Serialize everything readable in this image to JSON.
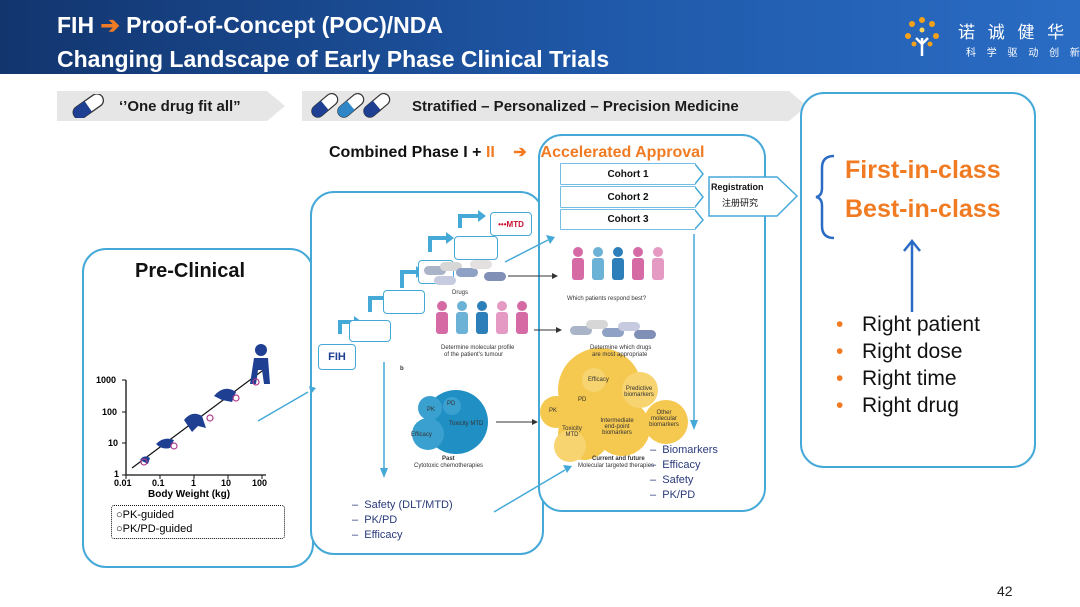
{
  "header": {
    "title_prefix": "FIH",
    "title_arrow": "➔",
    "title_rest": "Proof-of-Concept (POC)/NDA",
    "title_line2": "Changing Landscape of Early Phase Clinical Trials",
    "logo_name": "诺 诚 健 华",
    "logo_slogan": "科 学 驱 动 创 新"
  },
  "banners": {
    "left": "‘’One drug fit all”",
    "right": "Stratified – Personalized – Precision Medicine"
  },
  "combined": {
    "prefix": "Combined Phase I +",
    "roman": "II",
    "arrow": "➔",
    "approval": "Accelerated Approval"
  },
  "cohorts": [
    "Cohort 1",
    "Cohort 2",
    "Cohort 3"
  ],
  "registration": {
    "label": "Registration",
    "cn": "注册研究"
  },
  "classes": {
    "first": "First-in-class",
    "best": "Best-in-class"
  },
  "rights": [
    "Right patient",
    "Right dose",
    "Right time",
    "Right drug"
  ],
  "preclinical": {
    "title": "Pre-Clinical",
    "xlabel": "Body Weight (kg)",
    "xticks": [
      "0.01",
      "0.1",
      "1",
      "10",
      "100"
    ],
    "yticks": [
      "1000",
      "100",
      "10",
      "1"
    ],
    "legend": [
      "○PK-guided",
      "○PK/PD-guided"
    ]
  },
  "steps": {
    "fih": "FIH",
    "mtd_dots": "•••",
    "mtd": "MTD"
  },
  "figure_labels": {
    "drugs": "Drugs",
    "which_patients": "Which patients respond best?",
    "molecular_profile": "Determine molecular profile",
    "molecular_profile_2": "of the patient's tumour",
    "which_drugs": "Determine which drugs",
    "which_drugs_2": "are most appropriate",
    "panel_b": "b",
    "past": "Past",
    "past_sub": "Cytotoxic chemotherapies",
    "current": "Current and future",
    "current_sub": "Molecular targeted therapies",
    "past_bubbles": [
      "PD",
      "PK",
      "Toxicity MTD",
      "Efficacy"
    ],
    "current_bubbles": [
      "Efficacy",
      "Predictive biomarkers",
      "PD",
      "PK",
      "Toxicity MTD",
      "Intermediate end-point biomarkers",
      "Other·molecular·biomarkers"
    ]
  },
  "lists": {
    "left": [
      "Safety (DLT/MTD)",
      "PK/PD",
      "Efficacy"
    ],
    "right": [
      "Biomarkers",
      "Efficacy",
      "Safety",
      "PK/PD"
    ]
  },
  "page_number": "42",
  "colors": {
    "accent": "#f07b23",
    "panel_border": "#45a9d8",
    "header": "#1a4a93",
    "list_text": "#2a3b7c"
  }
}
